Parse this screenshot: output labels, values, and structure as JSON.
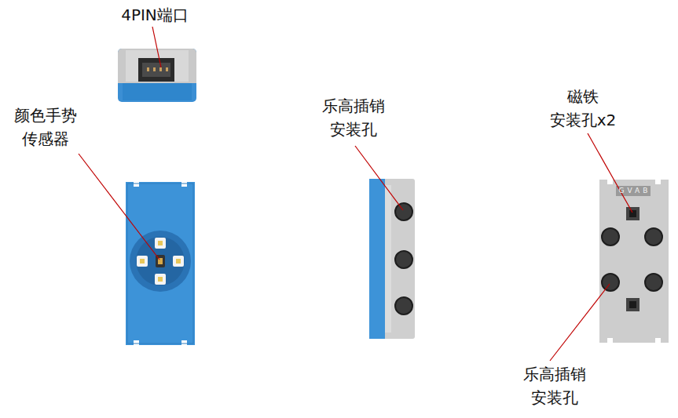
{
  "diagram": {
    "labels": [
      "4PIN端口",
      "颜色手势 传感器",
      "乐高插销 安装孔",
      "磁铁 安装孔x2",
      "乐高插销 安装孔",
      "GVAB"
    ]
  }
}
